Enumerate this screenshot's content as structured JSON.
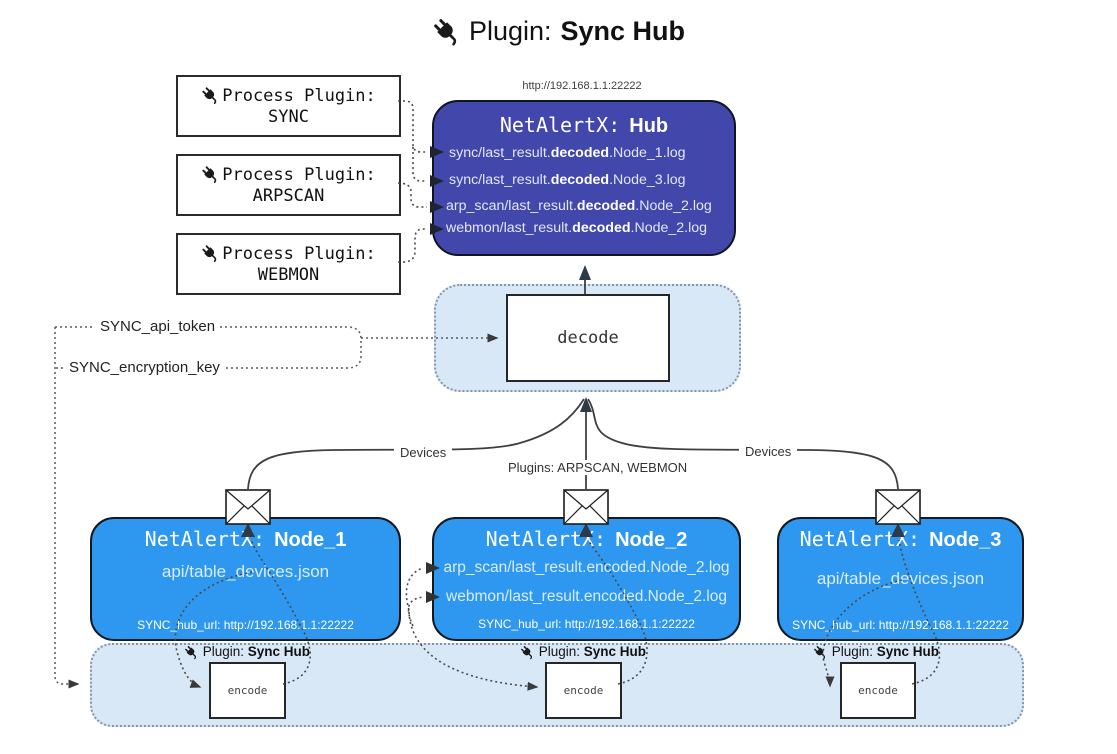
{
  "colors": {
    "hub-bg": "#4247ab",
    "node-bg": "#2e97ef",
    "panel-bg": "#d9e8f7",
    "panel-border": "#7f96ab"
  },
  "icons": {
    "plug": "plug-icon",
    "envelope": "envelope-icon"
  },
  "title": {
    "prefix": "Plugin:",
    "name": "Sync Hub"
  },
  "process_plugins": {
    "label": "Process Plugin:",
    "items": [
      "SYNC",
      "ARPSCAN",
      "WEBMON"
    ]
  },
  "hub": {
    "url": "http://192.168.1.1:22222",
    "prefix": "NetAlertX:",
    "name": "Hub",
    "files": [
      {
        "pre": "sync/last_result.",
        "mid": "decoded",
        "post": ".Node_1.log"
      },
      {
        "pre": "sync/last_result.",
        "mid": "decoded",
        "post": ".Node_3.log"
      },
      {
        "pre": "arp_scan/last_result.",
        "mid": "decoded",
        "post": ".Node_2.log"
      },
      {
        "pre": "webmon/last_result.",
        "mid": "decoded",
        "post": ".Node_2.log"
      }
    ]
  },
  "decode": {
    "label": "decode"
  },
  "settings": {
    "api_token": "SYNC_api_token",
    "encryption_key": "SYNC_encryption_key"
  },
  "edge_labels": {
    "devices_left": "Devices",
    "devices_right": "Devices",
    "plugins": "Plugins: ARPSCAN, WEBMON"
  },
  "nodes": [
    {
      "prefix": "NetAlertX:",
      "name": "Node_1",
      "files": [
        "api/table_devices.json"
      ],
      "hub_url": "SYNC_hub_url: http://192.168.1.1:22222"
    },
    {
      "prefix": "NetAlertX:",
      "name": "Node_2",
      "files": [
        "arp_scan/last_result.encoded.Node_2.log",
        "webmon/last_result.encoded.Node_2.log"
      ],
      "hub_url": "SYNC_hub_url: http://192.168.1.1:22222"
    },
    {
      "prefix": "NetAlertX:",
      "name": "Node_3",
      "files": [
        "api/table_devices.json"
      ],
      "hub_url": "SYNC_hub_url: http://192.168.1.1:22222"
    }
  ],
  "encoders": {
    "label": "encode",
    "plugin_prefix": "Plugin:",
    "plugin_name": "Sync Hub"
  }
}
